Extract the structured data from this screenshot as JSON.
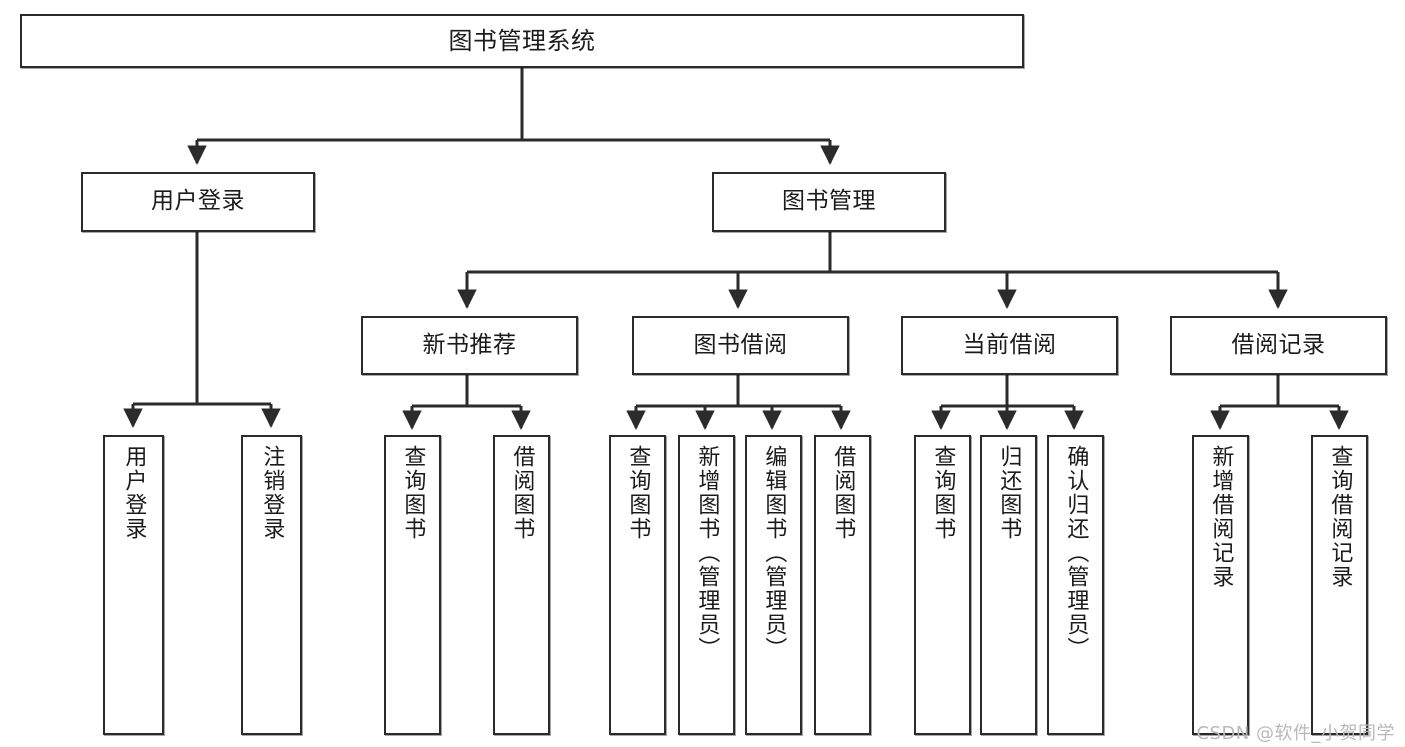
{
  "diagram": {
    "title": "图书管理系统",
    "type": "tree-hierarchy",
    "watermark": "CSDN @软件_小贺同学",
    "colors": {
      "stroke": "#2b2b2b",
      "fill": "#ffffff",
      "text": "#1b1b1b",
      "watermark": "#b9b9b9"
    },
    "nodes": {
      "root": {
        "label": "图书管理系统"
      },
      "level2": [
        {
          "id": "user-login",
          "label": "用户登录"
        },
        {
          "id": "book-manage",
          "label": "图书管理"
        }
      ],
      "level3": [
        {
          "id": "new-book-rec",
          "label": "新书推荐"
        },
        {
          "id": "book-borrow",
          "label": "图书借阅"
        },
        {
          "id": "current-borrow",
          "label": "当前借阅"
        },
        {
          "id": "borrow-record",
          "label": "借阅记录"
        }
      ],
      "leaves": [
        {
          "id": "leaf-user-login",
          "label": "用户登录",
          "parent": "user-login"
        },
        {
          "id": "leaf-user-logout",
          "label": "注销登录",
          "parent": "user-login"
        },
        {
          "id": "leaf-query-book-1",
          "label": "查询图书",
          "parent": "new-book-rec"
        },
        {
          "id": "leaf-borrow-book-1",
          "label": "借阅图书",
          "parent": "new-book-rec"
        },
        {
          "id": "leaf-query-book-2",
          "label": "查询图书",
          "parent": "book-borrow"
        },
        {
          "id": "leaf-add-book",
          "label": "新增图书（管理员）",
          "parent": "book-borrow"
        },
        {
          "id": "leaf-edit-book",
          "label": "编辑图书（管理员）",
          "parent": "book-borrow"
        },
        {
          "id": "leaf-borrow-book-2",
          "label": "借阅图书",
          "parent": "book-borrow"
        },
        {
          "id": "leaf-query-book-3",
          "label": "查询图书",
          "parent": "current-borrow"
        },
        {
          "id": "leaf-return-book",
          "label": "归还图书",
          "parent": "current-borrow"
        },
        {
          "id": "leaf-confirm-return",
          "label": "确认归还（管理员）",
          "parent": "current-borrow"
        },
        {
          "id": "leaf-add-record",
          "label": "新增借阅记录",
          "parent": "borrow-record"
        },
        {
          "id": "leaf-query-record",
          "label": "查询借阅记录",
          "parent": "borrow-record"
        }
      ]
    }
  }
}
